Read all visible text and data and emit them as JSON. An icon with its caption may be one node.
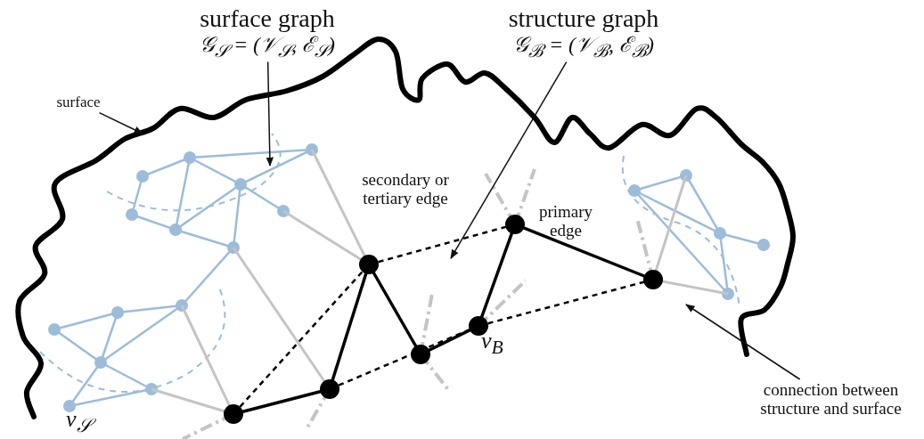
{
  "diagram": {
    "nodes": [
      {
        "text": [
          "surface graph",
          "𝒢$_{𝒮}$ = (𝒱$_{𝒮}$, ℰ$_{𝒮}$)"
        ]
      },
      {
        "text": [
          "structure graph",
          "𝒢$_{ℬ}$ = (𝒱$_{ℬ}$, ℰ$_{ℬ}$)"
        ]
      },
      {
        "text": [
          "surface"
        ]
      },
      {
        "text": [
          "secondary or tertiary edge"
        ]
      },
      {
        "text": [
          "primary edge"
        ]
      },
      {
        "text": [
          "connection between structure and surface"
        ]
      }
    ],
    "edges": [
      {
        "from": 0,
        "to": null,
        "arrow": "to"
      },
      {
        "from": 1,
        "to": null,
        "arrow": "to"
      },
      {
        "from": 2,
        "to": null,
        "arrow": "to"
      },
      {
        "from": 5,
        "to": null,
        "arrow": "to"
      }
    ],
    "labels": [
      "v$_{𝒮}$",
      "v$_{B}$"
    ]
  }
}
